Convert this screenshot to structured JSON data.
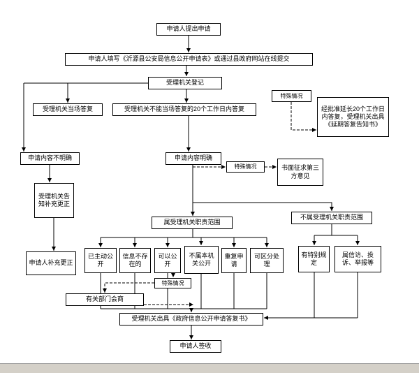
{
  "diagram": {
    "line_color": "#000000",
    "box_background": "#ffffff",
    "chrome_bar_color": "#d4d0c8"
  },
  "nodes": {
    "submit": {
      "label": "申请人提出申请"
    },
    "fill_form": {
      "label": "申请人填写《沂源县公安局信息公开申请表》或通过县政府网站在线提交"
    },
    "register": {
      "label": "受理机关登记"
    },
    "special_top": {
      "label": "特殊情况"
    },
    "onspot_reply": {
      "label": "受理机关当场答复"
    },
    "reply_20_days": {
      "label": "受理机关不能当场答复的20个工作日内答复"
    },
    "extension_notice": {
      "label": "经批准延长20个工作日内答复，受理机关出具《延期答复告知书》"
    },
    "content_unclear": {
      "label": "申请内容不明确"
    },
    "content_clear": {
      "label": "申请内容明确"
    },
    "special_mid": {
      "label": "特殊情况"
    },
    "third_party": {
      "label": "书面征求第三方意见"
    },
    "notify_supplement": {
      "label": "受理机关告知补充更正"
    },
    "within_scope": {
      "label": "属受理机关职责范围"
    },
    "outside_scope": {
      "label": "不属受理机关职责范围"
    },
    "applicant_supplement": {
      "label": "申请人补充更正"
    },
    "already_disclosed": {
      "label": "已主动公开"
    },
    "info_not_exist": {
      "label": "信息不存在的"
    },
    "can_disclose": {
      "label": "可以公开"
    },
    "not_this_authority": {
      "label": "不属本机关公开"
    },
    "repeat_application": {
      "label": "重复申请"
    },
    "separable_handling": {
      "label": "可区分处理"
    },
    "special_provisions": {
      "label": "有特别规定"
    },
    "petition_complaint": {
      "label": "属信访、投诉、举报等"
    },
    "special_bottom": {
      "label": "特殊情况"
    },
    "consultation": {
      "label": "有关部门会商"
    },
    "reply_letter": {
      "label": "受理机关出具《政府信息公开申请答复书》"
    },
    "sign_receipt": {
      "label": "申请人签收"
    }
  }
}
